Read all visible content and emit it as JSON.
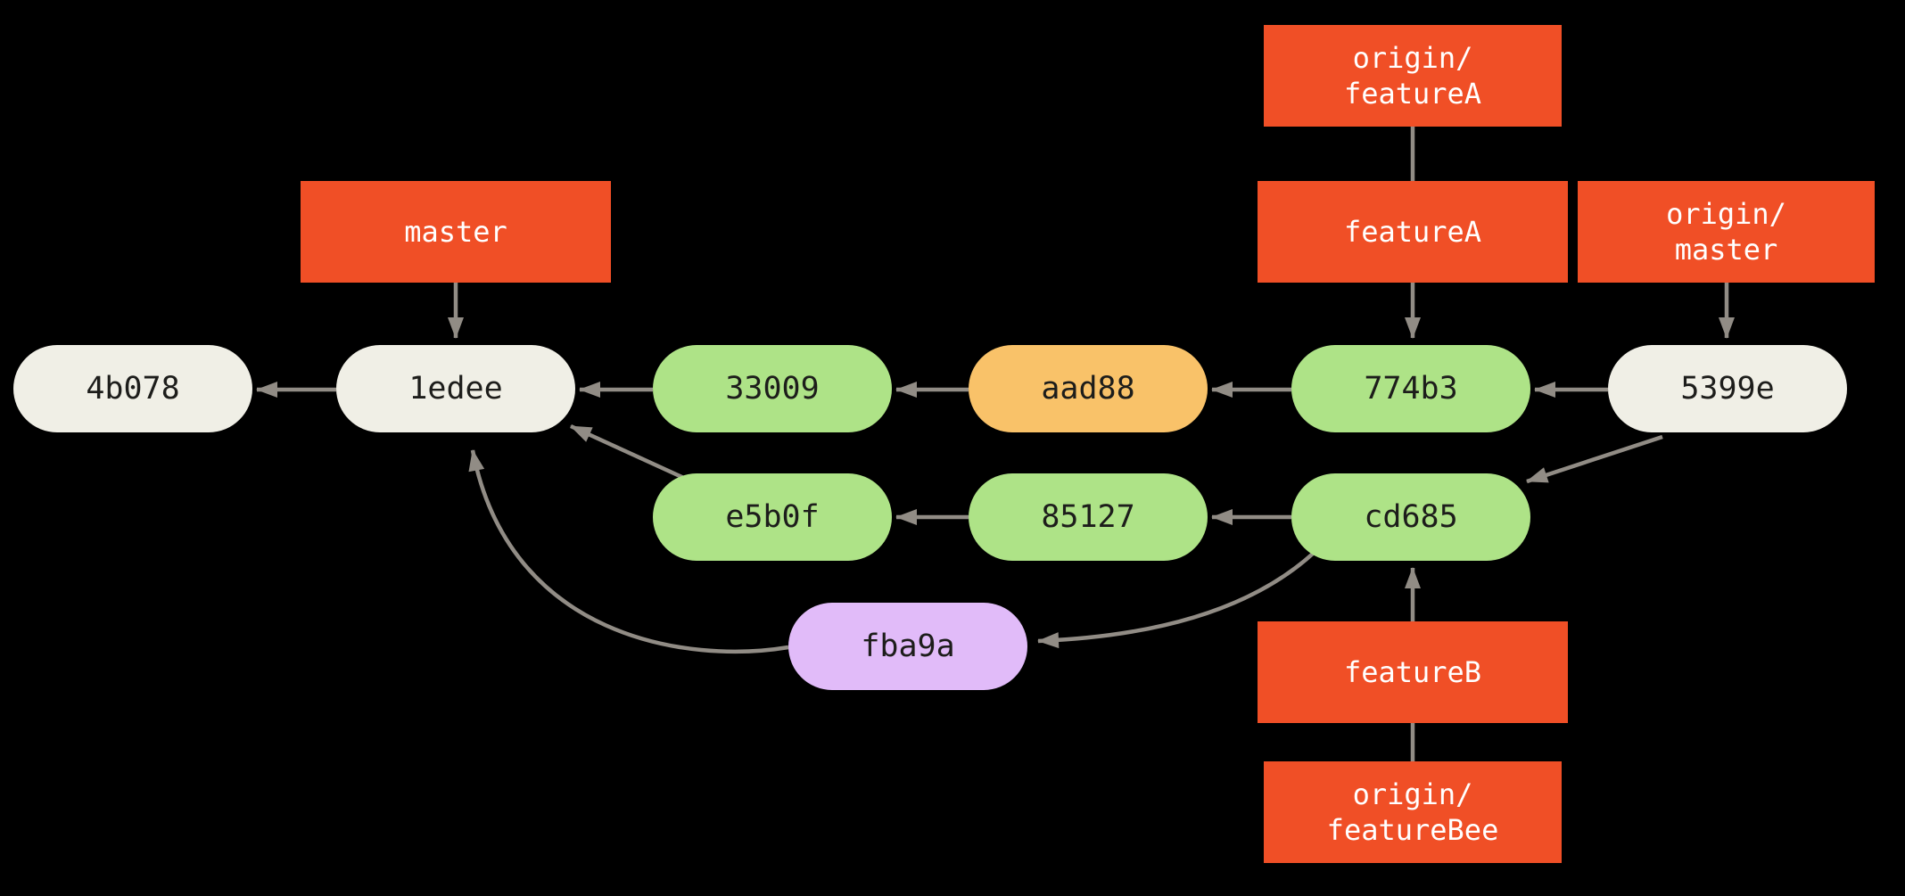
{
  "diagram_title": "git commit history graph",
  "colors": {
    "background": "#000000",
    "branch_label_bg": "#f04f26",
    "branch_label_text": "#ffffff",
    "commit_cream": "#f0efe6",
    "commit_green": "#aee387",
    "commit_orange": "#f9c269",
    "commit_purple": "#e1bbf9",
    "commit_text": "#1d1d1b",
    "arrow": "#918c85"
  },
  "branch_labels": [
    {
      "id": "master",
      "label": "master"
    },
    {
      "id": "origin-featureA",
      "label": "origin/\nfeatureA"
    },
    {
      "id": "featureA",
      "label": "featureA"
    },
    {
      "id": "origin-master",
      "label": "origin/\nmaster"
    },
    {
      "id": "featureB",
      "label": "featureB"
    },
    {
      "id": "origin-featureBee",
      "label": "origin/\nfeatureBee"
    }
  ],
  "commits": [
    {
      "id": "4b078",
      "label": "4b078",
      "color": "cream"
    },
    {
      "id": "1edee",
      "label": "1edee",
      "color": "cream"
    },
    {
      "id": "33009",
      "label": "33009",
      "color": "green"
    },
    {
      "id": "aad88",
      "label": "aad88",
      "color": "orange"
    },
    {
      "id": "774b3",
      "label": "774b3",
      "color": "green"
    },
    {
      "id": "5399e",
      "label": "5399e",
      "color": "cream"
    },
    {
      "id": "e5b0f",
      "label": "e5b0f",
      "color": "green"
    },
    {
      "id": "85127",
      "label": "85127",
      "color": "green"
    },
    {
      "id": "cd685",
      "label": "cd685",
      "color": "green"
    },
    {
      "id": "fba9a",
      "label": "fba9a",
      "color": "purple"
    }
  ],
  "edges": [
    {
      "from": "1edee",
      "to": "4b078",
      "kind": "parent-arrow"
    },
    {
      "from": "33009",
      "to": "1edee",
      "kind": "parent-arrow"
    },
    {
      "from": "aad88",
      "to": "33009",
      "kind": "parent-arrow"
    },
    {
      "from": "774b3",
      "to": "aad88",
      "kind": "parent-arrow"
    },
    {
      "from": "5399e",
      "to": "774b3",
      "kind": "parent-arrow"
    },
    {
      "from": "5399e",
      "to": "cd685",
      "kind": "parent-arrow"
    },
    {
      "from": "85127",
      "to": "e5b0f",
      "kind": "parent-arrow"
    },
    {
      "from": "cd685",
      "to": "85127",
      "kind": "parent-arrow"
    },
    {
      "from": "e5b0f",
      "to": "1edee",
      "kind": "parent-arrow"
    },
    {
      "from": "fba9a",
      "to": "1edee",
      "kind": "parent-arrow"
    },
    {
      "from": "cd685",
      "to": "fba9a",
      "kind": "parent-arrow"
    },
    {
      "from": "master",
      "to": "1edee",
      "kind": "ref-arrow"
    },
    {
      "from": "featureA",
      "to": "774b3",
      "kind": "ref-arrow"
    },
    {
      "from": "origin-master",
      "to": "5399e",
      "kind": "ref-arrow"
    },
    {
      "from": "featureB",
      "to": "cd685",
      "kind": "ref-arrow"
    },
    {
      "from": "origin-featureA",
      "to": "featureA",
      "kind": "ref-line"
    },
    {
      "from": "featureB",
      "to": "origin-featureBee",
      "kind": "ref-line"
    }
  ]
}
